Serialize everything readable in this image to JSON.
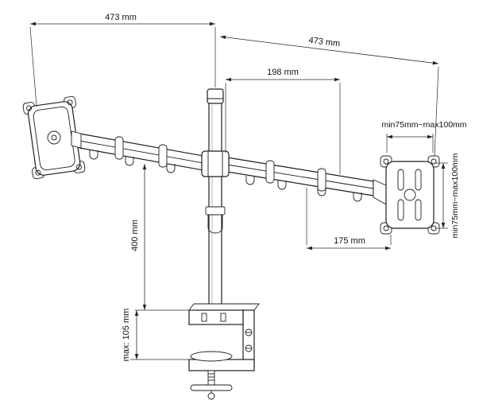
{
  "diagram": {
    "subject": "Dual monitor desk mount arm technical dimension drawing",
    "labels": {
      "dim_left_span": "473 mm",
      "dim_right_span": "473 mm",
      "dim_arm_offset": "198 mm",
      "dim_vesa_width": "min75mm~max100mm",
      "dim_vesa_height": "min75mm~max100mm",
      "dim_pole_height": "400 mm",
      "dim_clamp_opening": "max: 105 mm",
      "dim_arm_reach": "175 mm"
    },
    "line_color": "#1e1e1e",
    "background_color": "#ffffff"
  }
}
